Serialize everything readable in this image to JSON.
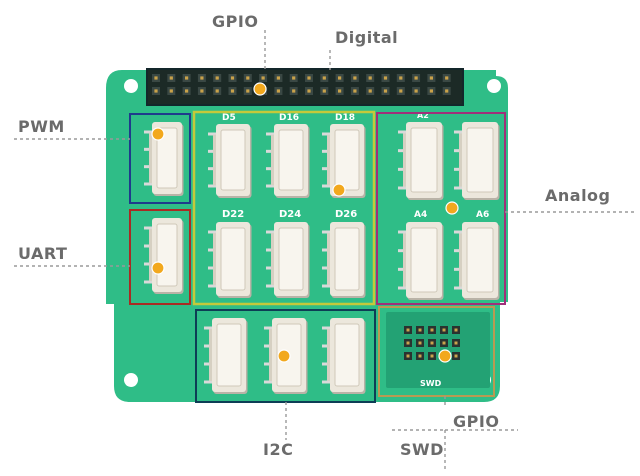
{
  "colors": {
    "board": "#2fbd87",
    "board_dark": "#23a274",
    "header": "#1c2a26",
    "connector": "#ece7dc",
    "connector_shadow": "#b9b3a7",
    "dot": "#f2a81d",
    "pwm_box": "#1f3a8c",
    "digital_box": "#c5c93a",
    "analog_box": "#a02f7a",
    "uart_box": "#a92b23",
    "i2c_box": "#0d3d55",
    "swd_box": "#b99a52",
    "callout_text": "#6b6b6b",
    "callout_line": "#9a9a9a"
  },
  "callouts": {
    "gpio_top": "GPIO",
    "digital": "Digital",
    "pwm": "PWM",
    "uart": "UART",
    "analog": "Analog",
    "i2c": "I2C",
    "gpio_bottom": "GPIO",
    "swd": "SWD"
  },
  "board_labels": {
    "d5": "D5",
    "d16": "D16",
    "d18": "D18",
    "d22": "D22",
    "d24": "D24",
    "d26": "D26",
    "a2": "A2",
    "a4": "A4",
    "a6": "A6",
    "swd": "SWD"
  }
}
